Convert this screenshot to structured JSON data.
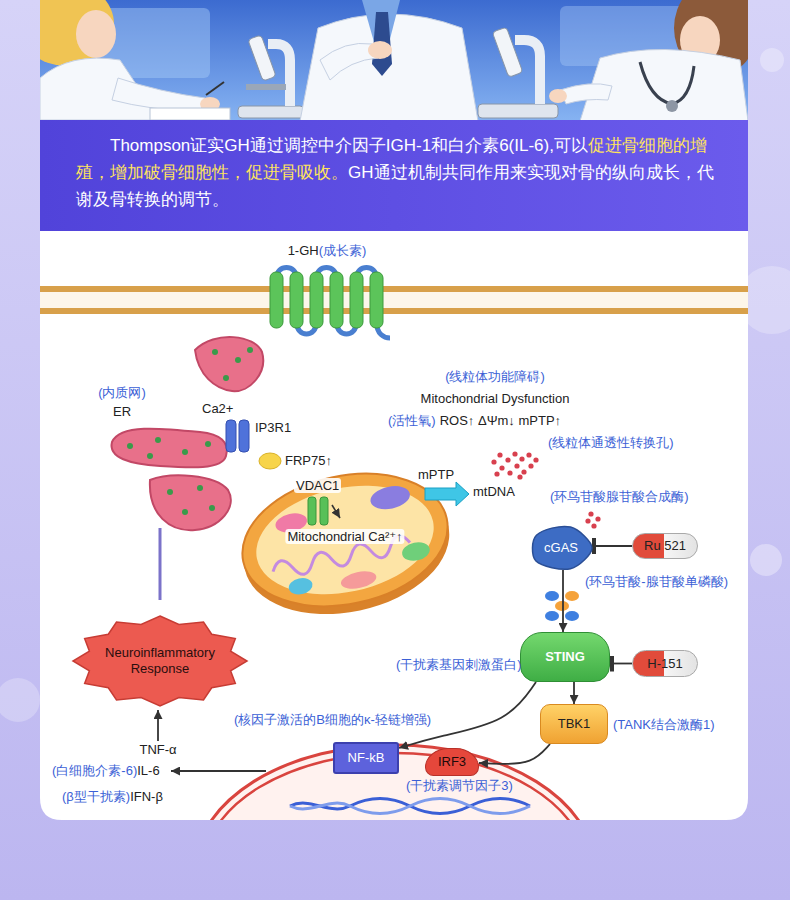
{
  "diagram": {
    "nodes": [
      {
        "text": [
          "cGAS",
          "(环鸟苷酸腺苷酸合成酶)"
        ]
      },
      {
        "text": [
          "Ru 521"
        ]
      },
      {
        "text": [
          "Neuroinflammatory Response"
        ]
      },
      {
        "text": [
          "STING",
          "(干扰素基因刺激蛋白)"
        ]
      },
      {
        "text": [
          "H-151"
        ]
      },
      {
        "text": [
          "TBK1",
          "(TANK结合激酶1)"
        ]
      },
      {
        "text": [
          "NF-kB",
          "(核因子激活的B细胞的κ-轻链增强)"
        ]
      },
      {
        "text": [
          "IRF3",
          "(干扰素调节因子3)"
        ]
      }
    ],
    "edges": [
      {
        "from": 1,
        "to": 0,
        "arrow": "to"
      },
      {
        "from": 0,
        "to": 3,
        "arrow": "to"
      },
      {
        "from": 4,
        "to": 3,
        "arrow": "to"
      },
      {
        "from": 3,
        "to": 5,
        "arrow": "to"
      },
      {
        "from": 3,
        "to": 6,
        "arrow": "to"
      },
      {
        "from": 5,
        "to": 7,
        "arrow": "to"
      }
    ],
    "labels": [
      "Thompson证实GH通过调控中介因子IGH-1和白介素6(IL-6),可以",
      "促进骨细胞的增殖，增加破骨细胞性，促进骨吸收。",
      "GH通过机制共同作用来实现对骨的纵向成长，代谢及骨转换的调节。",
      "1-GH",
      "(成长素)",
      "(内质网)",
      "ER",
      "Ca2+",
      "IP3R1",
      "FRP75↑",
      "VDAC1",
      "Mitochondrial Ca²⁺↑",
      "(线粒体功能障碍)",
      "Mitochondrial Dysfunction",
      "(活性氧)",
      "ROS↑ ΔΨm↓ mPTP↑",
      "(线粒体通透性转换孔)",
      "mPTP",
      "mtDNA",
      "(环鸟苷酸-腺苷酸单磷酸)",
      "TNF-α",
      "(白细胞介素-6)",
      "IL-6",
      "(β型干扰素)",
      "IFN-β"
    ]
  }
}
